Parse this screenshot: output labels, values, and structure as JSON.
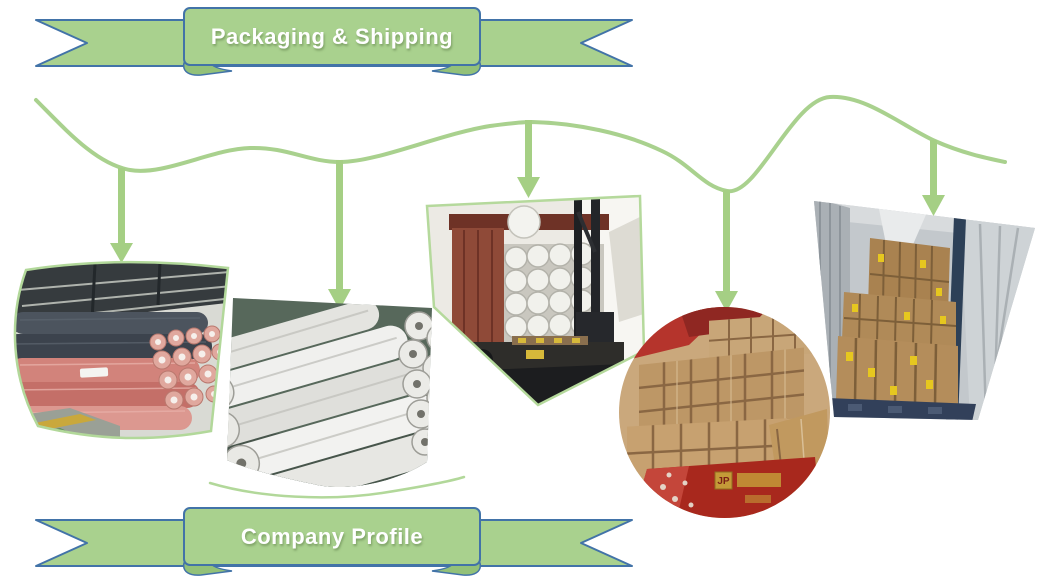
{
  "page": {
    "background": "#ffffff"
  },
  "banners": {
    "top": {
      "label": "Packaging & Shipping"
    },
    "bottom": {
      "label": "Company Profile"
    }
  },
  "flow": {
    "arrow_count": 5,
    "line_color": "#a9d18e",
    "arrow_icon": "down-arrow-icon"
  },
  "colors": {
    "ribbon_fill": "#a9d18e",
    "ribbon_fold": "#93c178",
    "ribbon_outline": "#4273a8",
    "banner_text": "#ffffff"
  },
  "photos": [
    {
      "name": "warehouse-fabric-rolls",
      "alt": "Stacks of grey and pink non-woven fabric rolls in a factory warehouse"
    },
    {
      "name": "white-fabric-rolls",
      "alt": "White wrapped non-woven fabric rolls stacked on a green floor"
    },
    {
      "name": "container-loading",
      "alt": "Truck container being loaded with white fabric rolls by a forklift"
    },
    {
      "name": "packed-cartons",
      "alt": "Packed brown carton boxes stacked for shipping",
      "logo": "JP"
    },
    {
      "name": "loaded-container",
      "alt": "Shipping container fully loaded with carton boxes"
    }
  ]
}
